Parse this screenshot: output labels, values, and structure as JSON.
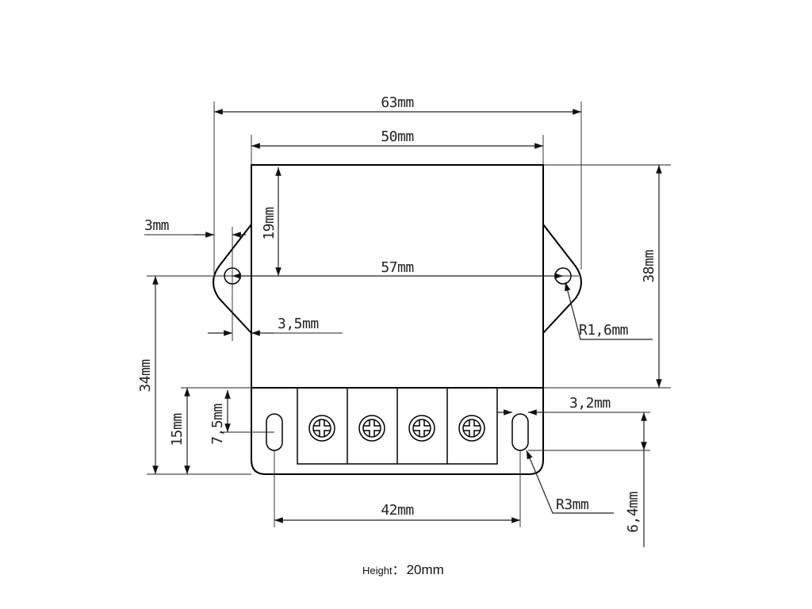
{
  "dimensions": {
    "overall_width": "63mm",
    "body_width": "50mm",
    "hole_spacing": "57mm",
    "body_height": "38mm",
    "upper_height": "19mm",
    "ear_offset": "3mm",
    "ear_edge": "3,5mm",
    "hole_radius": "R1,6mm",
    "height_to_holes": "34mm",
    "terminal_height": "15mm",
    "slot_height": "7,5mm",
    "slot_spacing": "42mm",
    "slot_width": "3,2mm",
    "slot_radius": "R3mm",
    "slot_length": "6,4mm"
  },
  "footer": {
    "height_label": "Height",
    "height_sep": "：",
    "height_value": "20mm"
  },
  "icons": [
    "screw-terminal-icon",
    "screw-terminal-icon",
    "screw-terminal-icon",
    "screw-terminal-icon"
  ]
}
